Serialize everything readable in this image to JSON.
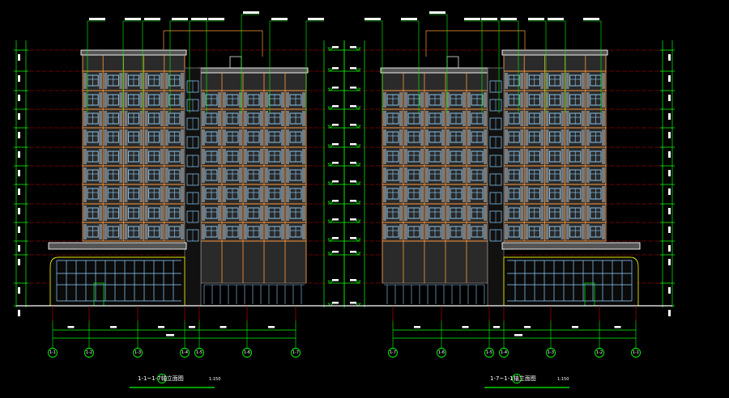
{
  "drawings": [
    {
      "title": "1-1~1-7轴立面图",
      "scale": "1:150",
      "axis_labels": [
        "1-1",
        "1-2",
        "1-3",
        "1-4",
        "1-5",
        "1-6",
        "1-7"
      ],
      "mirrored": false
    },
    {
      "title": "1-7~1-1轴立面图",
      "scale": "1:150",
      "axis_labels": [
        "1-7",
        "1-6",
        "1-5",
        "1-4",
        "1-3",
        "1-2",
        "1-1"
      ],
      "mirrored": true
    }
  ],
  "colors": {
    "background": "#000000",
    "dimension": "#00ff00",
    "floor_line": "#cc0000",
    "window": "#8fd3ff",
    "frame": "#ff9a3c",
    "wall": "#8a8a8a",
    "outline": "#ffffff"
  }
}
